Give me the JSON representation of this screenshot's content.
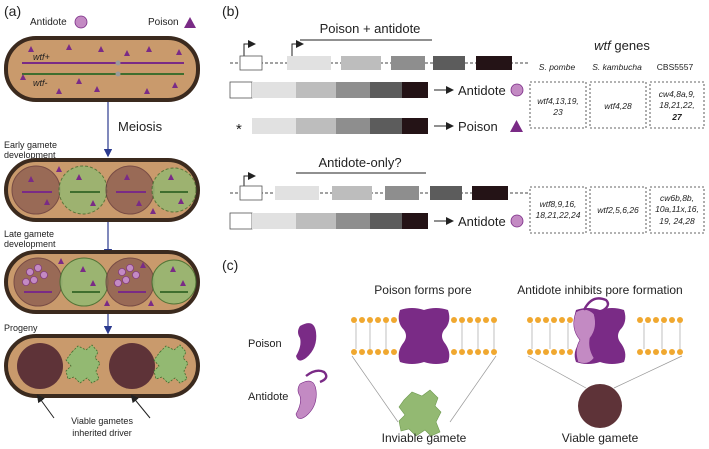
{
  "panel_a": {
    "label": "(a)",
    "legend": {
      "antidote": "Antidote",
      "poison": "Poison"
    },
    "alleles": {
      "plus": "wtf+",
      "minus": "wtf-"
    },
    "step_meiosis": "Meiosis",
    "stage_early": [
      "Early gamete",
      "development"
    ],
    "stage_late": [
      "Late gamete",
      "development"
    ],
    "stage_progeny": "Progeny",
    "caption": [
      "Viable gametes",
      "inherited driver"
    ]
  },
  "panel_b": {
    "label": "(b)",
    "header_poison_antidote": "Poison + antidote",
    "header_antidote_only": "Antidote-only?",
    "out_antidote": "Antidote",
    "out_poison": "Poison",
    "asterisk": "*",
    "arrow": "⟶",
    "genes_title_italic": "wtf",
    "genes_title_rest": " genes",
    "species": [
      "S. pombe",
      "S. kambucha",
      "CBS5557"
    ],
    "table_row1": [
      [
        "wtf4,13,19,",
        "23"
      ],
      [
        "wtf4,28"
      ],
      [
        "cw4,8a,9,",
        "18,21,22,",
        "27"
      ]
    ],
    "table_row2": [
      [
        "wtf8,9,16,",
        "18,21,22,24"
      ],
      [
        "wtf2,5,6,26"
      ],
      [
        "cw6b,8b,",
        "10a,11x,16,",
        "19, 24,28"
      ]
    ]
  },
  "panel_c": {
    "label": "(c)",
    "title_pore": "Poison forms pore",
    "title_inhibit": "Antidote inhibits pore formation",
    "poison": "Poison",
    "antidote": "Antidote",
    "inviable": "Inviable gamete",
    "viable": "Viable gamete"
  },
  "colors": {
    "cell_fill": "#c99a6c",
    "cell_border": "#3b2a1e",
    "purple": "#7a2b86",
    "antidote_pink": "#c38ac3",
    "green_gamete": "#93b972",
    "dark_gamete": "#5e3338"
  }
}
